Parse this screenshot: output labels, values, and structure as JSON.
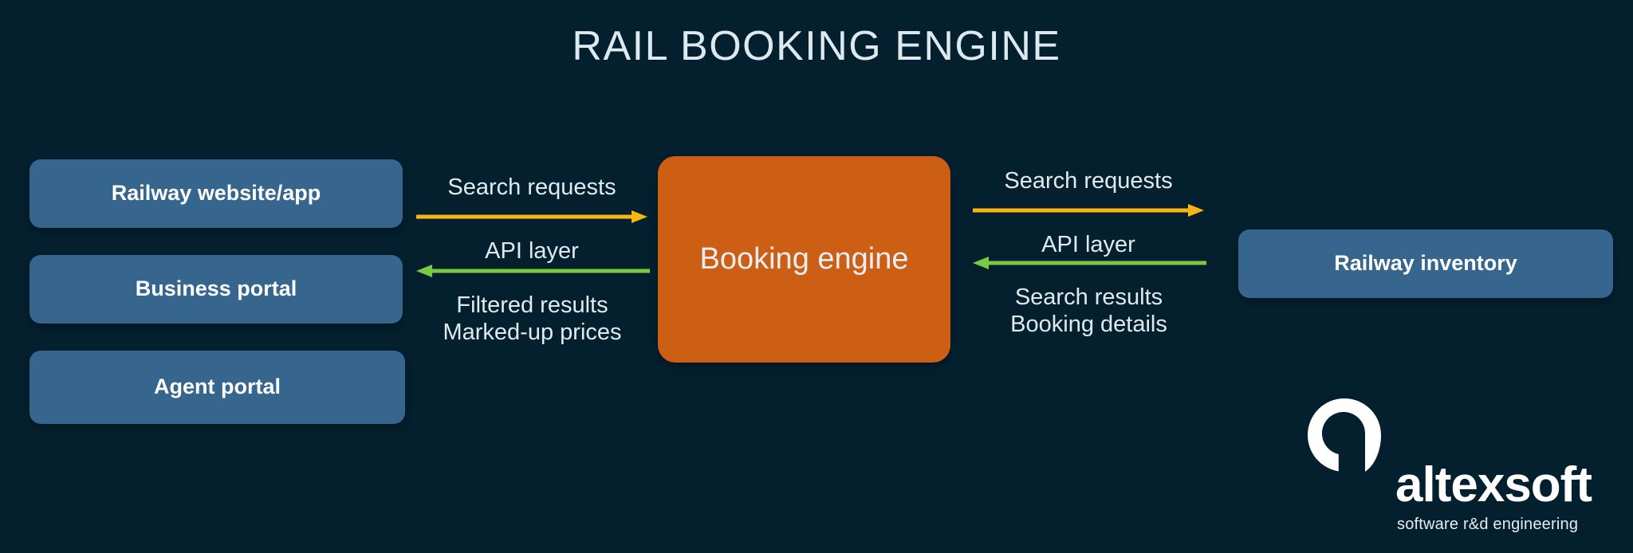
{
  "title": "RAIL BOOKING ENGINE",
  "colors": {
    "background": "#04202f",
    "node_blue": "#36658e",
    "node_orange": "#cd5f15",
    "arrow_request": "#fbb611",
    "arrow_response": "#7ac943",
    "text_light": "#dfe9f0",
    "text_white": "#ffffff"
  },
  "nodes": {
    "railway_website": "Railway website/app",
    "business_portal": "Business portal",
    "agent_portal": "Agent portal",
    "booking_engine": "Booking engine",
    "railway_inventory": "Railway inventory"
  },
  "flows": {
    "left_outbound": {
      "label_above": "Search requests",
      "label_below": "API layer",
      "direction": "right",
      "color": "#fbb611"
    },
    "left_inbound": {
      "label_above": "API layer",
      "label_below_line1": "Filtered results",
      "label_below_line2": "Marked-up prices",
      "direction": "left",
      "color": "#7ac943"
    },
    "right_outbound": {
      "label_above": "Search requests",
      "label_below": "API layer",
      "direction": "right",
      "color": "#fbb611"
    },
    "right_inbound": {
      "label_above": "API layer",
      "label_below_line1": "Search results",
      "label_below_line2": "Booking details",
      "direction": "left",
      "color": "#7ac943"
    }
  },
  "brand": {
    "name": "altexsoft",
    "tagline": "software r&d engineering",
    "mark": "speech-bubble-a-icon"
  }
}
